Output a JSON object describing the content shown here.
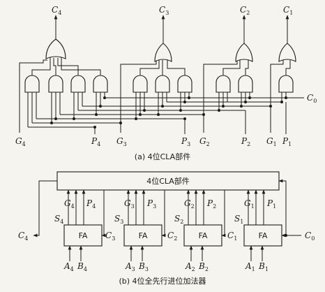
{
  "part_a": {
    "caption": "(a) 4位CLA部件",
    "carry_outputs": [
      {
        "main": "C",
        "sub": "4"
      },
      {
        "main": "C",
        "sub": "3"
      },
      {
        "main": "C",
        "sub": "2"
      },
      {
        "main": "C",
        "sub": "1"
      }
    ],
    "carry_in": {
      "main": "C",
      "sub": "0"
    },
    "inputs": [
      {
        "main": "G",
        "sub": "4"
      },
      {
        "main": "P",
        "sub": "4"
      },
      {
        "main": "G",
        "sub": "3"
      },
      {
        "main": "P",
        "sub": "3"
      },
      {
        "main": "G",
        "sub": "2"
      },
      {
        "main": "P",
        "sub": "2"
      },
      {
        "main": "G",
        "sub": "1"
      },
      {
        "main": "P",
        "sub": "1"
      }
    ]
  },
  "part_b": {
    "caption": "(b) 4位全先行进位加法器",
    "cla_label": "4位CLA部件",
    "fa_label": "FA",
    "c4": {
      "main": "C",
      "sub": "4"
    },
    "c0": {
      "main": "C",
      "sub": "0"
    },
    "adders": [
      {
        "s": "4",
        "g": "4",
        "p": "4",
        "cin": "3",
        "a": "4",
        "b": "4"
      },
      {
        "s": "3",
        "g": "3",
        "p": "3",
        "cin": "2",
        "a": "3",
        "b": "3"
      },
      {
        "s": "2",
        "g": "2",
        "p": "2",
        "cin": "1",
        "a": "2",
        "b": "2"
      },
      {
        "s": "1",
        "g": "1",
        "p": "1",
        "cin": "0",
        "a": "1",
        "b": "1"
      }
    ]
  }
}
